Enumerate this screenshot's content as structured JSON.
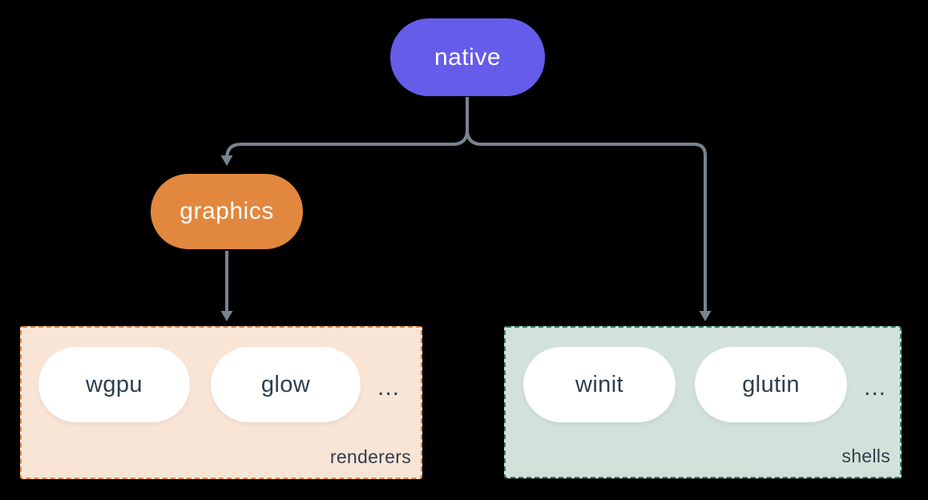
{
  "colors": {
    "canvas-bg": "#000000",
    "native-bg": "#655CEA",
    "graphics-bg": "#E2873E",
    "node-text": "#FFFFFF",
    "pill-bg": "#FFFFFF",
    "pill-text": "#2F3E4C",
    "label-text": "#2F3E4C",
    "renderers-fill": "#F9E5D6",
    "renderers-border": "#E2873E",
    "shells-fill": "#D2E2DA",
    "shells-border": "#2F7E6E",
    "connector": "#78838F"
  },
  "diagram": {
    "nodes": {
      "native": {
        "label": "native"
      },
      "graphics": {
        "label": "graphics"
      }
    },
    "groups": {
      "renderers": {
        "label": "renderers",
        "items": [
          {
            "label": "wgpu"
          },
          {
            "label": "glow"
          }
        ],
        "ellipsis": "..."
      },
      "shells": {
        "label": "shells",
        "items": [
          {
            "label": "winit"
          },
          {
            "label": "glutin"
          }
        ],
        "ellipsis": "..."
      }
    },
    "edges": [
      {
        "from": "native",
        "to": "graphics"
      },
      {
        "from": "native",
        "to": "shells"
      },
      {
        "from": "graphics",
        "to": "renderers"
      }
    ]
  }
}
